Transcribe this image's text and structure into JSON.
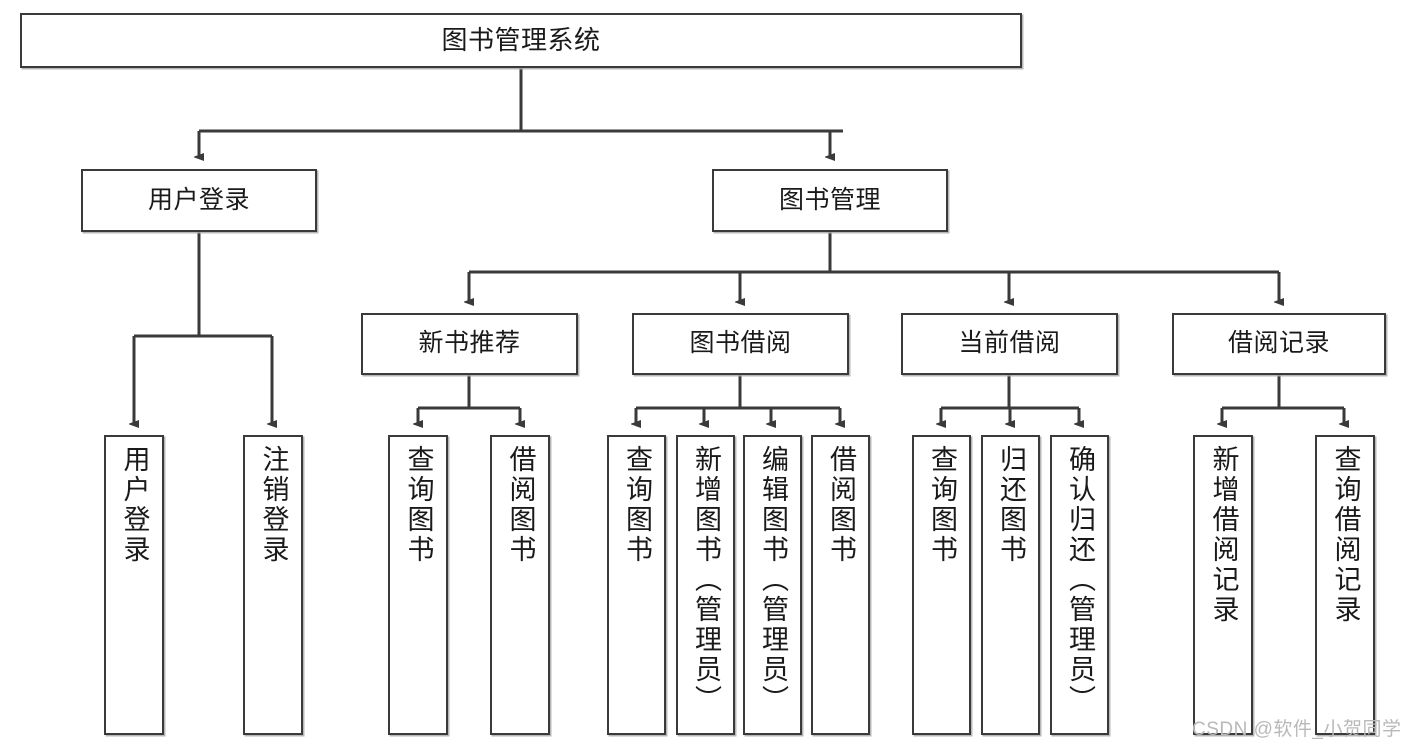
{
  "diagram": {
    "type": "tree-hierarchy",
    "title": "图书管理系统",
    "root": {
      "id": "root",
      "label": "图书管理系统"
    },
    "level2": [
      {
        "id": "user-login",
        "label": "用户登录"
      },
      {
        "id": "book-management",
        "label": "图书管理"
      }
    ],
    "level3": [
      {
        "id": "new-book-recommend",
        "label": "新书推荐",
        "parent": "book-management"
      },
      {
        "id": "book-borrow",
        "label": "图书借阅",
        "parent": "book-management"
      },
      {
        "id": "current-borrow",
        "label": "当前借阅",
        "parent": "book-management"
      },
      {
        "id": "borrow-record",
        "label": "借阅记录",
        "parent": "book-management"
      }
    ],
    "leaves": {
      "user-login": [
        {
          "id": "leaf-user-login",
          "label": "用户登录"
        },
        {
          "id": "leaf-logout-login",
          "label": "注销登录"
        }
      ],
      "new-book-recommend": [
        {
          "id": "leaf-query-book-1",
          "label": "查询图书"
        },
        {
          "id": "leaf-borrow-book-1",
          "label": "借阅图书"
        }
      ],
      "book-borrow": [
        {
          "id": "leaf-query-book-2",
          "label": "查询图书"
        },
        {
          "id": "leaf-add-book",
          "label": "新增图书（管理员）"
        },
        {
          "id": "leaf-edit-book",
          "label": "编辑图书（管理员）"
        },
        {
          "id": "leaf-borrow-book-2",
          "label": "借阅图书"
        }
      ],
      "current-borrow": [
        {
          "id": "leaf-query-book-3",
          "label": "查询图书"
        },
        {
          "id": "leaf-return-book",
          "label": "归还图书"
        },
        {
          "id": "leaf-confirm-return",
          "label": "确认归还（管理员）"
        }
      ],
      "borrow-record": [
        {
          "id": "leaf-add-record",
          "label": "新增借阅记录"
        },
        {
          "id": "leaf-query-record",
          "label": "查询借阅记录"
        }
      ]
    },
    "watermark": "CSDN @软件_小贺同学",
    "colors": {
      "stroke": "#3a3a3a",
      "fill": "#ffffff",
      "text": "#1a1a1a",
      "watermark": "#b9b9b9"
    }
  }
}
